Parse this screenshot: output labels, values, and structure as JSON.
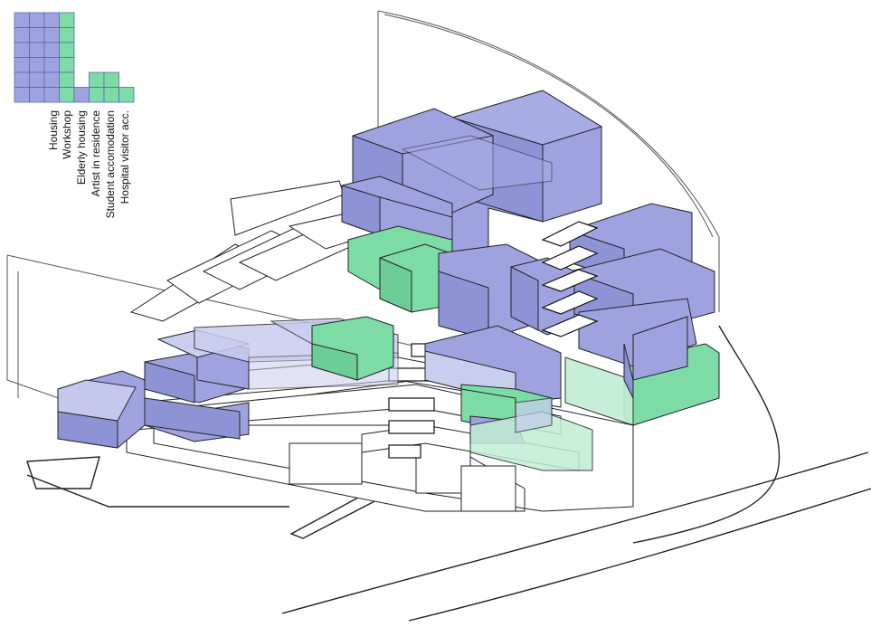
{
  "colors": {
    "housing": "#9ea3e0",
    "housing_light": "#c9cdee",
    "green": "#7ddba6",
    "green_light": "#c2eed4",
    "line": "#222222"
  },
  "legend": {
    "items": [
      {
        "label": "Housing",
        "color": "#9ea3e0"
      },
      {
        "label": "Workshop",
        "color": "#7ddba6"
      },
      {
        "label": "Elderly housing",
        "color": "#9ea3e0"
      },
      {
        "label": "Artist in residence",
        "color": "#7ddba6"
      },
      {
        "label": "Student accomodation",
        "color": "#7ddba6"
      },
      {
        "label": "Hospital visitor acc.",
        "color": "#7ddba6"
      }
    ]
  }
}
